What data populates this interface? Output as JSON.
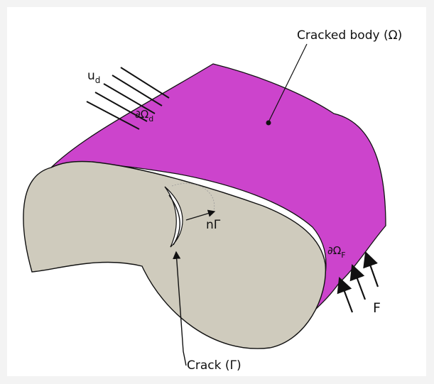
{
  "colors": {
    "background": "#f3f3f3",
    "surface": "#cc44cc",
    "cross_section": "#cfcbbd",
    "outline": "#111111"
  },
  "labels": {
    "body": "Cracked body (Ω)",
    "u_base": "u",
    "u_sub": "d",
    "dirichlet_boundary": "∂Ω",
    "dirichlet_sub": "d",
    "normal": "nΓ",
    "neumann_boundary": "∂Ω",
    "neumann_sub": "F",
    "force": "F",
    "crack": "Crack (Γ)"
  }
}
